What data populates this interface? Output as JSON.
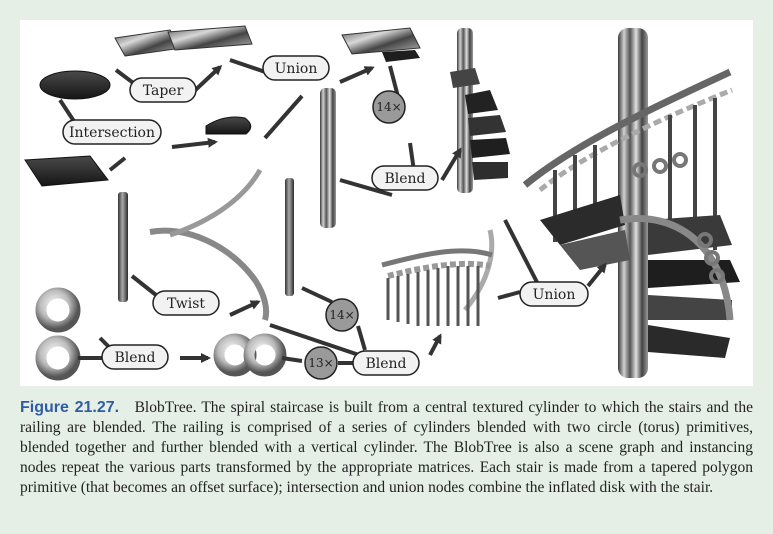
{
  "nodes": {
    "taper": "Taper",
    "union_top": "Union",
    "intersection": "Intersection",
    "blend_mid": "Blend",
    "twist": "Twist",
    "blend_left": "Blend",
    "blend_bottom": "Blend",
    "union_right": "Union"
  },
  "counts": {
    "stairs": "14×",
    "rails": "14×",
    "rings": "13×"
  },
  "caption": {
    "figure_number": "Figure 21.27.",
    "text": "BlobTree. The spiral staircase is built from a central textured cylinder to which the stairs and the railing are blended. The railing is comprised of a series of cylinders blended with two circle (torus) primitives, blended together and further blended with a vertical cylinder. The BlobTree is also a scene graph and instancing nodes repeat the various parts transformed by the appropriate matrices. Each stair is made from a tapered polygon primitive (that becomes an offset surface); intersection and union nodes combine the inflated disk with the stair."
  },
  "colors": {
    "caption_background": "#e5efe5",
    "figure_number": "#2f5ca6",
    "node_fill": "#f2f2f2",
    "count_fill": "#9a9a9a"
  }
}
